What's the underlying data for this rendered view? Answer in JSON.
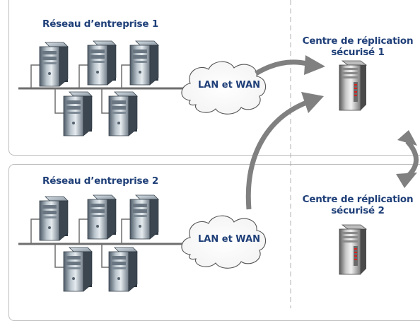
{
  "networks": [
    {
      "title": "Réseau d’entreprise 1",
      "cloud_label": "LAN et WAN"
    },
    {
      "title": "Réseau d’entreprise 2",
      "cloud_label": "LAN et WAN"
    }
  ],
  "replication_centers": [
    {
      "title_line1": "Centre de réplication",
      "title_line2": "sécurisé 1"
    },
    {
      "title_line1": "Centre de réplication",
      "title_line2": "sécurisé 2"
    }
  ],
  "colors": {
    "title_text": "#1f3f78",
    "arrow": "#808080",
    "bus_line": "#6e6e6e",
    "panel_border": "#bdbdbd",
    "divider": "#b0b0b0"
  },
  "icons": {
    "tower_server": "tower-server-icon",
    "rack_server": "rack-server-icon",
    "cloud": "cloud-icon",
    "arrow": "arrow-icon"
  }
}
